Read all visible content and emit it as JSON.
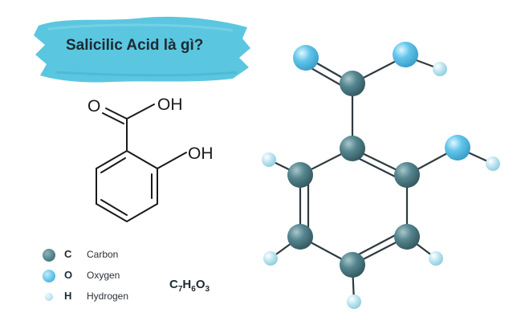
{
  "title": "Salicilic Acid là gì?",
  "structure_labels": {
    "carbonyl_o": "O",
    "acid_oh": "OH",
    "phenol_oh": "OH"
  },
  "legend": [
    {
      "symbol": "C",
      "name": "Carbon",
      "color": "#4e7f88"
    },
    {
      "symbol": "O",
      "name": "Oxygen",
      "color": "#5cc0e6"
    },
    {
      "symbol": "H",
      "name": "Hydrogen",
      "color": "#b7e3ef"
    }
  ],
  "formula": {
    "parts": [
      {
        "el": "C",
        "n": "7"
      },
      {
        "el": "H",
        "n": "6"
      },
      {
        "el": "O",
        "n": "3"
      }
    ]
  },
  "colors": {
    "banner": "#5bc6df",
    "carbon": "#4e7f88",
    "oxygen": "#5cc0e6",
    "hydrogen": "#b7e3ef",
    "bond": "#2f3b40"
  }
}
